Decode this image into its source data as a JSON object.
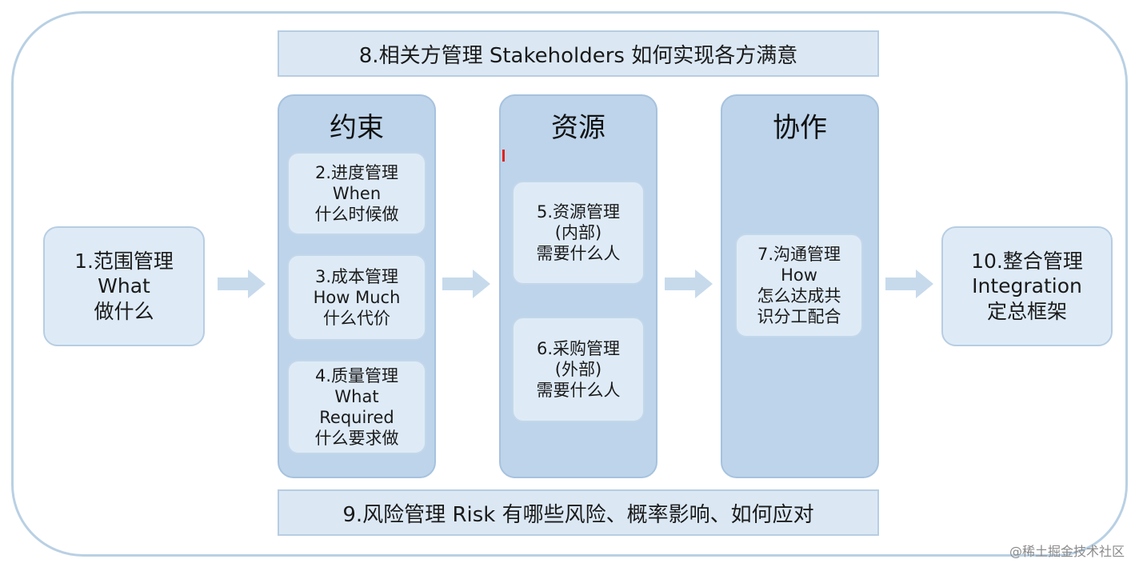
{
  "top_banner": "8.相关方管理 Stakeholders 如何实现各方满意",
  "bottom_banner": "9.风险管理 Risk 有哪些风险、概率影响、如何应对",
  "left_box": {
    "line1": "1.范围管理",
    "line2": "What",
    "line3": "做什么"
  },
  "right_box": {
    "line1": "10.整合管理",
    "line2": "Integration",
    "line3": "定总框架"
  },
  "columns": {
    "constraint": {
      "title": "约束",
      "items": [
        {
          "lines": [
            "2.进度管理",
            "When",
            "什么时候做"
          ]
        },
        {
          "lines": [
            "3.成本管理",
            "How Much",
            "什么代价"
          ]
        },
        {
          "lines": [
            "4.质量管理",
            "What",
            "Required",
            "什么要求做"
          ]
        }
      ]
    },
    "resource": {
      "title": "资源",
      "items": [
        {
          "lines": [
            "5.资源管理",
            "(内部)",
            "需要什么人"
          ]
        },
        {
          "lines": [
            "6.采购管理",
            "(外部)",
            "需要什么人"
          ]
        }
      ]
    },
    "collaboration": {
      "title": "协作",
      "items": [
        {
          "lines": [
            "7.沟通管理",
            "How",
            "怎么达成共",
            "识分工配合"
          ]
        }
      ]
    }
  },
  "watermark": "@稀土掘金技术社区",
  "colors": {
    "frame_border": "#b9d0e4",
    "box_fill": "#deebf7",
    "column_fill": "#bdd4ea",
    "arrow_fill": "#c7daec",
    "marker_red": "#e0211b"
  }
}
